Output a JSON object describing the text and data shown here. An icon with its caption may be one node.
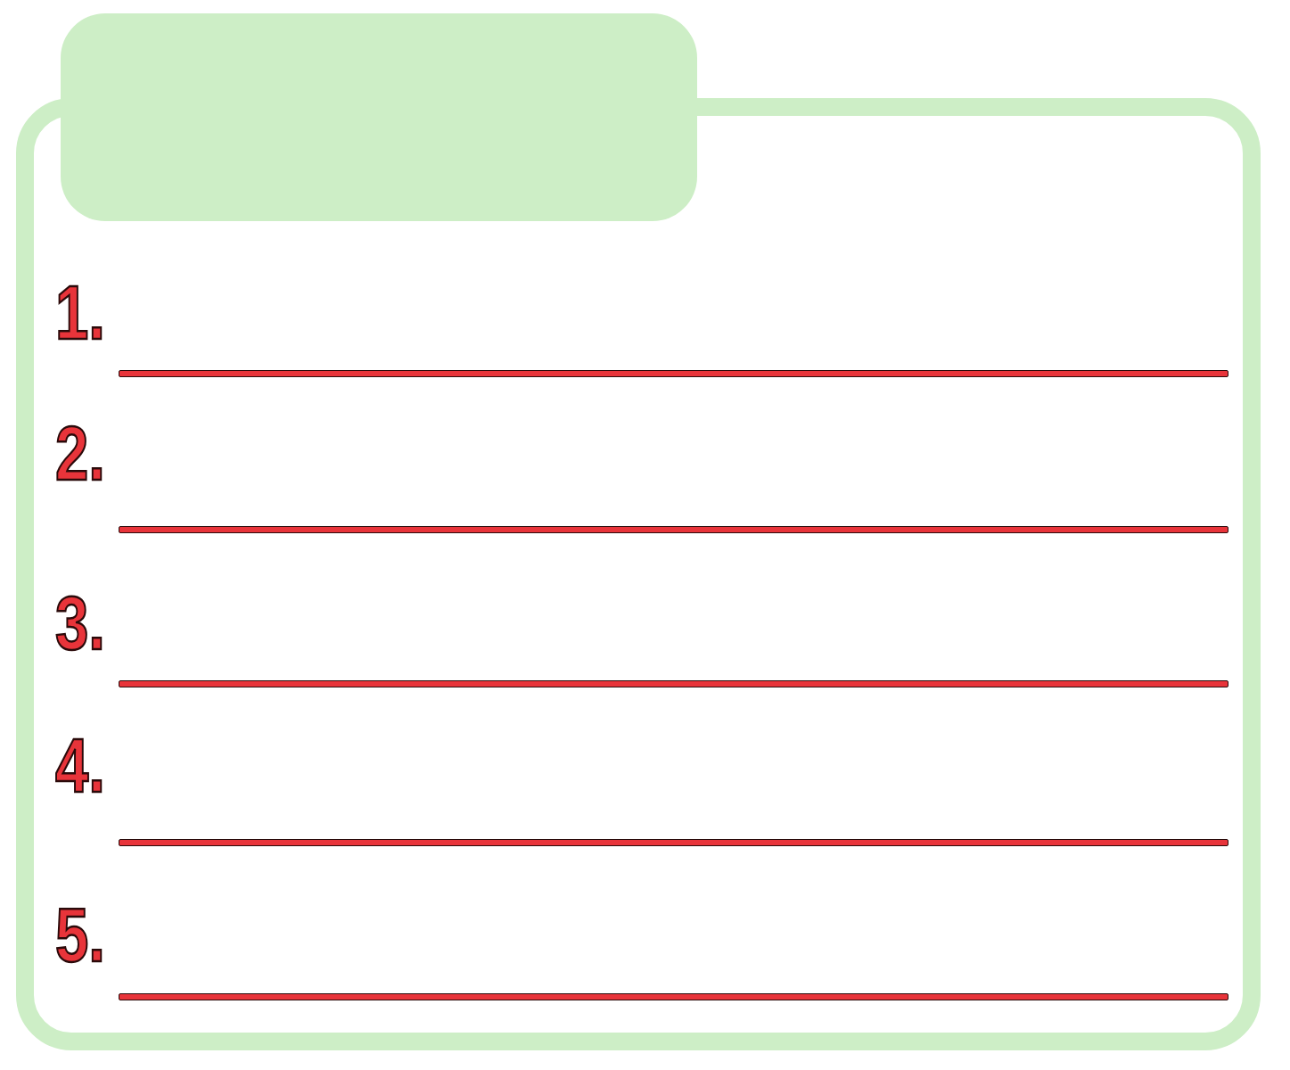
{
  "diagram": {
    "labels": [
      "1.",
      "2.",
      "3.",
      "4.",
      "5."
    ]
  }
}
